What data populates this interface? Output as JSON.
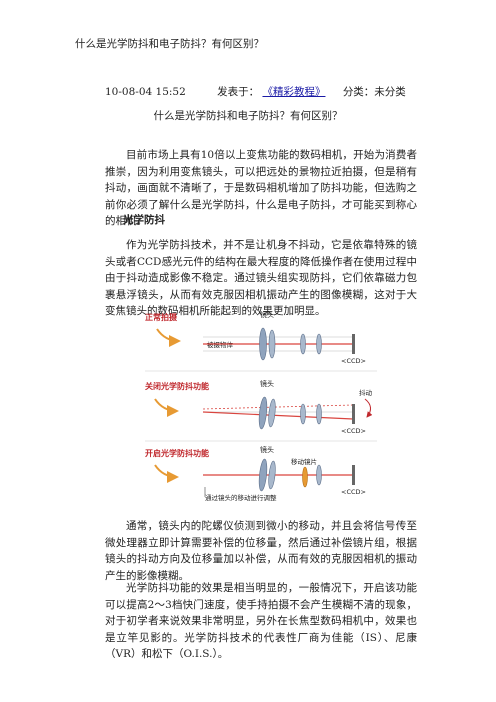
{
  "doc": {
    "title_top": "什么是光学防抖和电子防抖？有何区别？",
    "meta": {
      "datetime": "10-08-04 15:52",
      "posted_in_label": "发表于：",
      "category_link": "《精彩教程》",
      "class_label": "分类：未分类"
    },
    "center_title": "什么是光学防抖和电子防抖？有何区别？",
    "para1": "目前市场上具有10倍以上变焦功能的数码相机，开始为消费者推崇，因为利用变焦镜头，可以把远处的景物拉近拍摄，但是稍有抖动，画面就不清晰了，于是数码相机增加了防抖功能，但选购之前你必须了解什么是光学防抖，什么是电子防抖，才可能买到称心的相机。",
    "heading1": "光学防抖",
    "para2": "作为光学防抖技术，并不是让机身不抖动，它是依靠特殊的镜头或者CCD感光元件的结构在最大程度的降低操作者在使用过程中由于抖动造成影像不稳定。通过镜头组实现防抖，它们依靠磁力包裹悬浮镜头，从而有效克服因相机振动产生的图像模糊，这对于大变焦镜头的数码相机所能起到的效果更加明显。",
    "para3": "通常，镜头内的陀螺仪侦测到微小的移动，并且会将信号传至微处理器立即计算需要补偿的位移量，然后通过补偿镜片组，根据镜头的抖动方向及位移量加以补偿，从而有效的克服因相机的振动产生的影像模糊。",
    "para4": "光学防抖功能的效果是相当明显的，一般情况下，开启该功能可以提高2～3档快门速度，使手持拍摄不会产生模糊不清的现象，对于初学者来说效果非常明显，另外在长焦型数码相机中，效果也是立竿见影的。光学防抖技术的代表性厂商为佳能（IS）、尼康（VR）和松下（O.I.S.）。"
  },
  "diagram": {
    "panels": [
      {
        "label": "正常拍摄",
        "lens_label": "镜头",
        "object_label": "被摄物体",
        "ccd_label": "<CCD>"
      },
      {
        "label": "关闭光学防抖功能",
        "lens_label": "镜头",
        "shake_label": "抖动",
        "ccd_label": "<CCD>"
      },
      {
        "label": "开启光学防抖功能",
        "lens_label": "镜头",
        "moving_lens_label": "移动镜片",
        "adjust_label": "通过镜头的移动进行调整",
        "ccd_label": "<CCD>"
      }
    ],
    "colors": {
      "label_red": "#c0282d",
      "arrow_orange": "#e79a33",
      "lens_blue": "#8fa3bd",
      "beam_red": "#d9453f"
    }
  }
}
